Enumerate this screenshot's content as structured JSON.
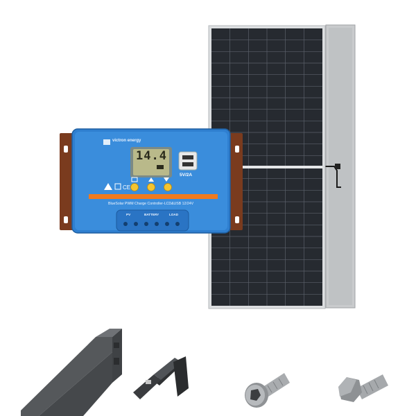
{
  "controller": {
    "brand": "victron energy",
    "lcd_value": "14.4",
    "usb_label": "5V/2A",
    "model_label": "BlueSolar PWM Charge Controller-LCD&USB 12/24V",
    "terminals": [
      "PV",
      "BATTERY",
      "LOAD"
    ]
  },
  "colors": {
    "controller_blue": "#2f7fd0",
    "orange_stripe": "#f07a1e",
    "lcd": "#b9b98a",
    "panel_cells": "#262a30",
    "panel_frame": "#d4d6d8",
    "rail": "#4a4c4f"
  }
}
